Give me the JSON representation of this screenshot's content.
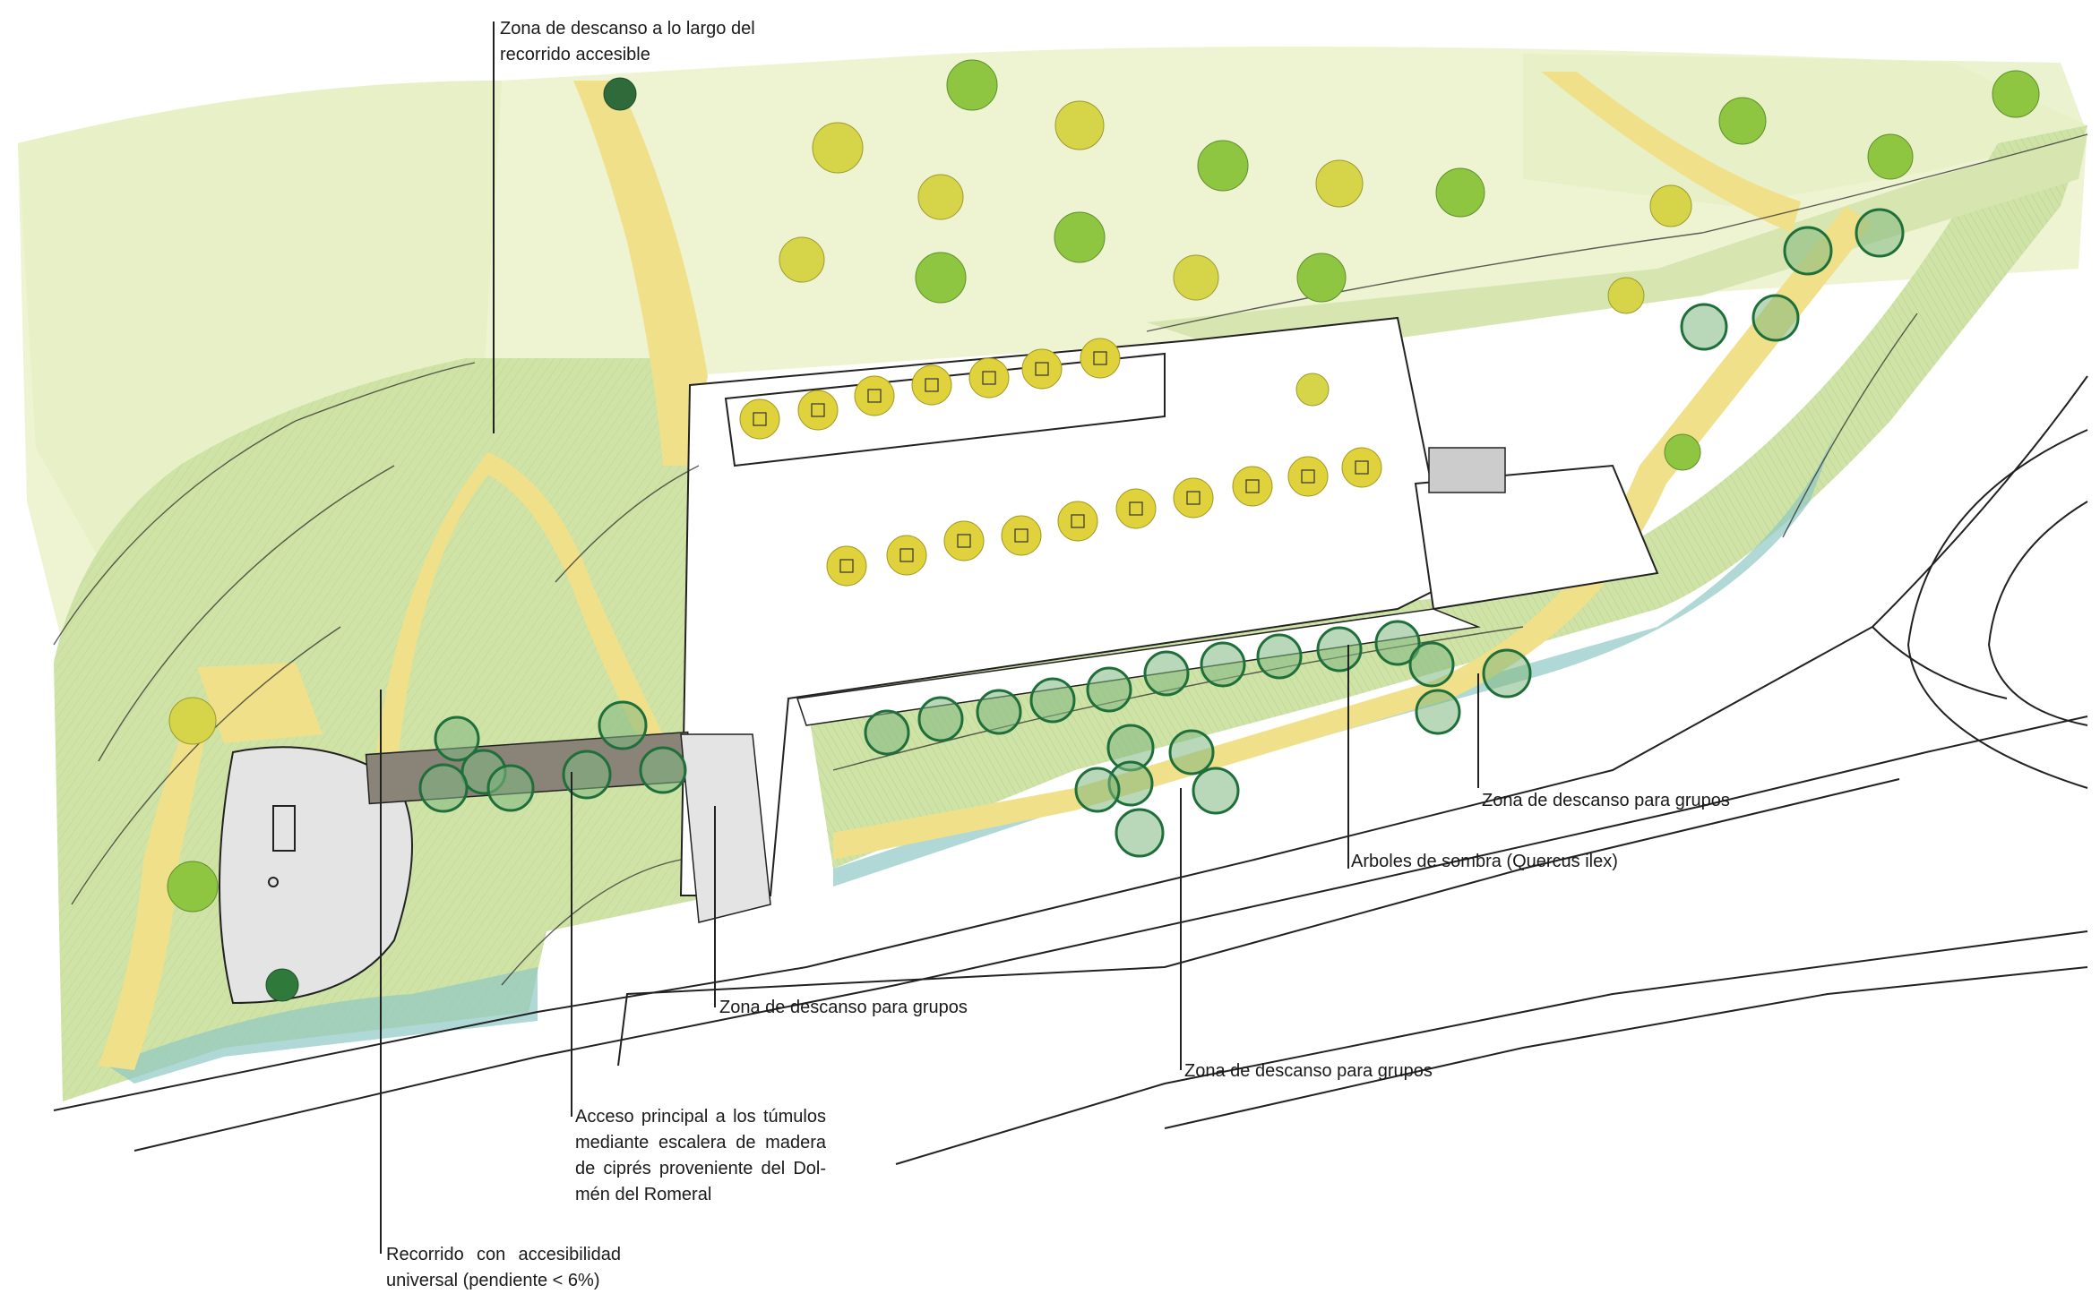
{
  "title": "",
  "annotations": {
    "rest_accessible": [
      "Zona de descanso a lo largo del",
      "recorrido accesible"
    ],
    "groups_right": "Zona de descanso para grupos",
    "shade_trees": "Arboles de sombra (Quercus ilex)",
    "groups_center": "Zona de descanso para grupos",
    "groups_bottom": "Zona de descanso para grupos",
    "main_access": [
      "Acceso principal a los túmulos",
      "mediante escalera de madera",
      "de ciprés proveniente del Dol-",
      "mén del Romeral"
    ],
    "accessible_route": [
      "Recorrido con accesibilidad",
      "universal (pendiente < 6%)"
    ]
  },
  "colors": {
    "meadow_light": "#e6efc4",
    "meadow": "#cfe3a6",
    "hill_green": "#b9d78f",
    "path_yellow": "#f0e08a",
    "olive_yellow": "#d6d54a",
    "olive_green": "#8fc641",
    "cypress": "#e0d23c",
    "oak_fill": "#7fb87f",
    "oak_ring": "#1f6f3a",
    "water_teal": "#8ec7c4",
    "stone": "#e4e4e4",
    "ink": "#222222"
  },
  "icons": {
    "olive_tree": "olive-tree-icon",
    "cypress": "cypress-tree-icon",
    "oak": "holm-oak-icon"
  }
}
